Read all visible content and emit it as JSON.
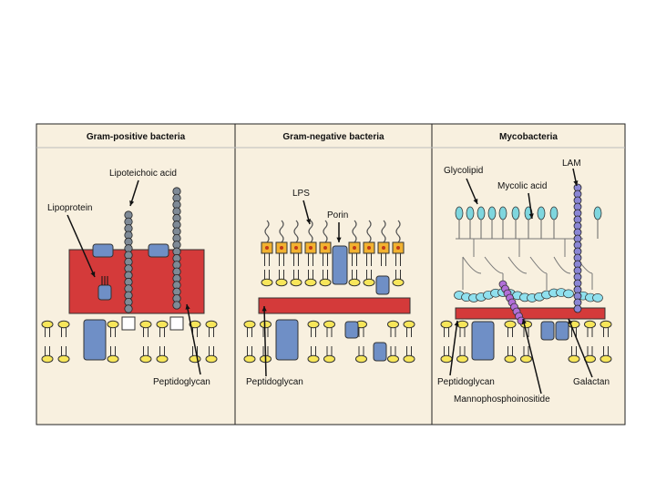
{
  "colors": {
    "panel_bg": "#f8f0df",
    "border": "#222222",
    "peptidoglycan": "#d43a3a",
    "protein": "#6f8fc6",
    "lipid_head": "#f7e65a",
    "lps_core": "#f2b230",
    "teichoic_bead": "#7f8a96",
    "lam_bead": "#8a86d4",
    "arabinogalactan": "#8fe0ee",
    "pim": "#b26fd8"
  },
  "panels": [
    {
      "title": "Gram-positive bacteria",
      "labels": {
        "lipoteichoic_acid": "Lipoteichoic acid",
        "lipoprotein": "Lipoprotein",
        "peptidoglycan": "Peptidoglycan"
      }
    },
    {
      "title": "Gram-negative bacteria",
      "labels": {
        "lps": "LPS",
        "porin": "Porin",
        "peptidoglycan": "Peptidoglycan"
      }
    },
    {
      "title": "Mycobacteria",
      "labels": {
        "glycolipid": "Glycolipid",
        "lam": "LAM",
        "mycolic_acid": "Mycolic acid",
        "peptidoglycan": "Peptidoglycan",
        "galactan": "Galactan",
        "mannophosphoinositide": "Mannophosphoinositide"
      }
    }
  ]
}
